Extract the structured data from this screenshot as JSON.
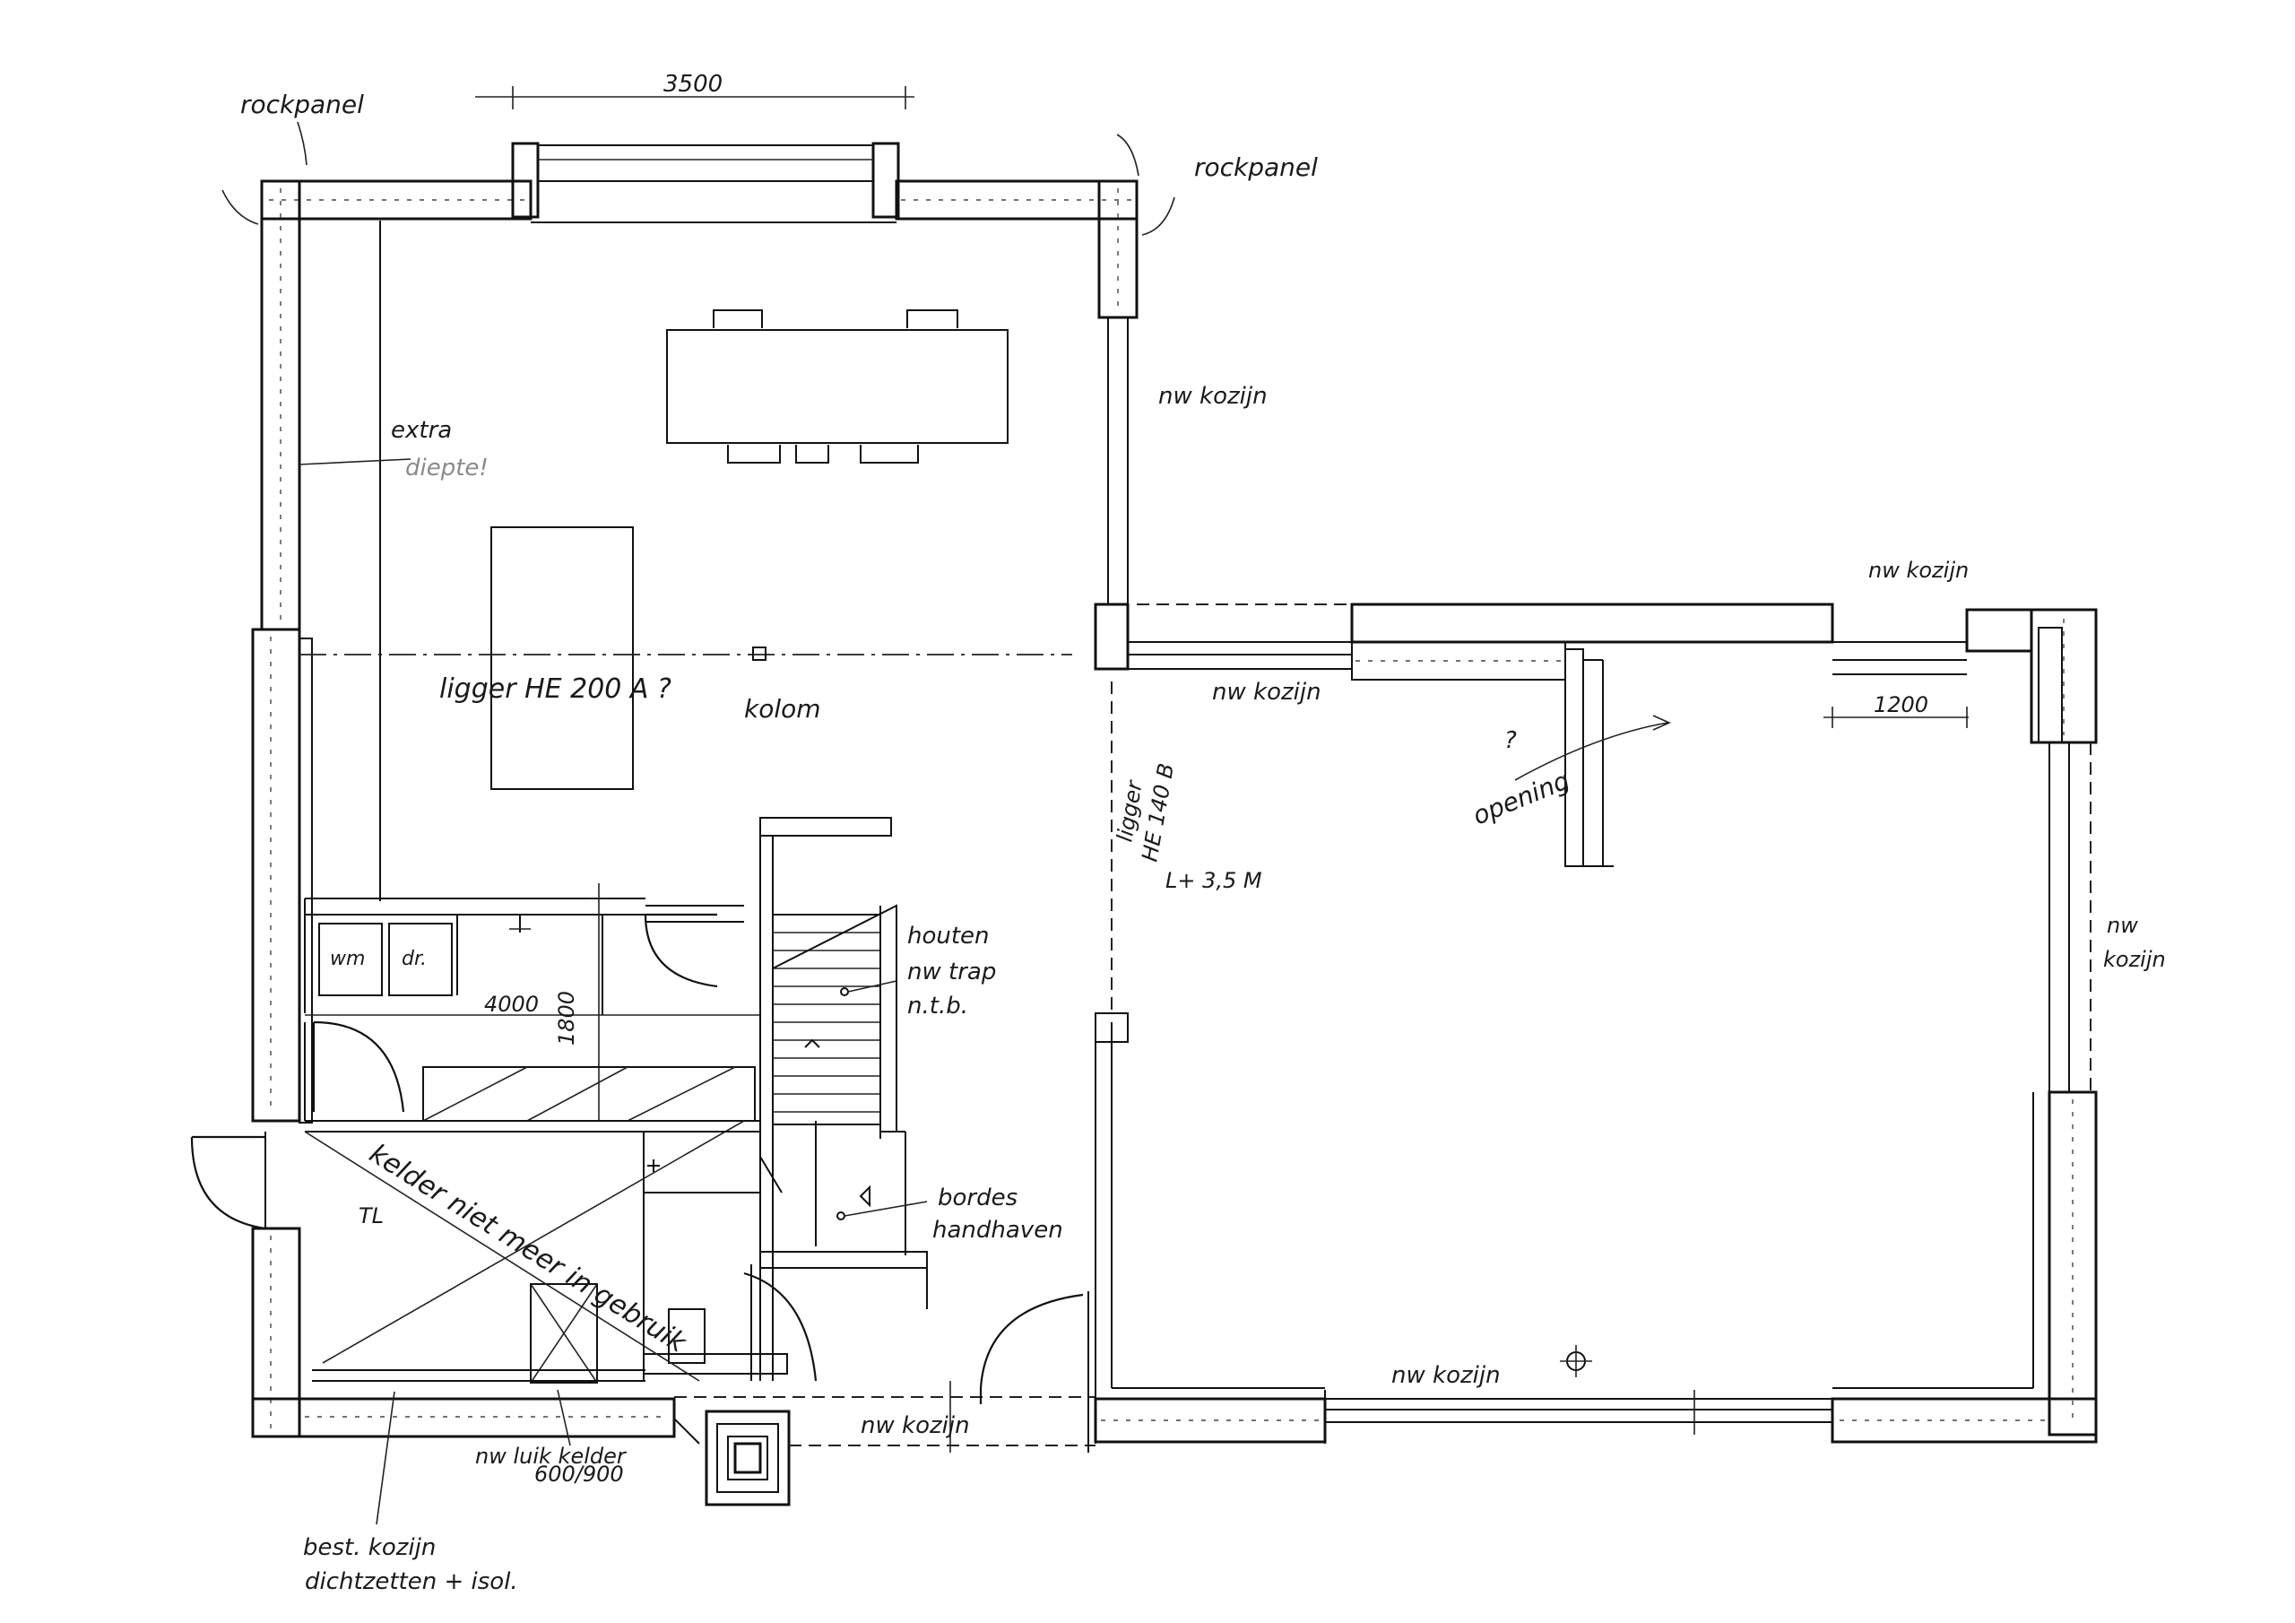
{
  "labels": {
    "rockpanel_left": "rockpanel",
    "rockpanel_right": "rockpanel",
    "dim_top": "3500",
    "dim_right": "1200",
    "dim_utility_width": "4000",
    "dim_utility_depth": "1800",
    "nw_kozijn_right_upper": "nw kozijn",
    "nw_kozijn_far_right": "nw kozijn",
    "nw_kozijn_mid": "nw kozijn",
    "nw_kozijn_right_wall_1": "nw",
    "nw_kozijn_right_wall_2": "kozijn",
    "nw_kozijn_bottom_right": "nw kozijn",
    "nw_kozijn_bottom_mid": "nw kozijn",
    "extra_1": "extra",
    "extra_2": "diepte!",
    "ligger_main": "ligger HE 200 A ?",
    "kolom": "kolom",
    "ligger_vert_1": "ligger",
    "ligger_vert_2": "HE 140 B",
    "ligger_vert_3": "L+ 3,5 M",
    "opening_q": "?",
    "opening": "opening",
    "wm": "wm",
    "dr": "dr.",
    "trap_1": "houten",
    "trap_2": "nw trap",
    "trap_3": "n.t.b.",
    "bordes_1": "bordes",
    "bordes_2": "handhaven",
    "tl": "TL",
    "kelder_note": "kelder niet meer in gebruik",
    "nwluik_1": "nw luik kelder",
    "nwluik_2": "600/900",
    "best_1": "best. kozijn",
    "best_2": "dichtzetten + isol."
  }
}
